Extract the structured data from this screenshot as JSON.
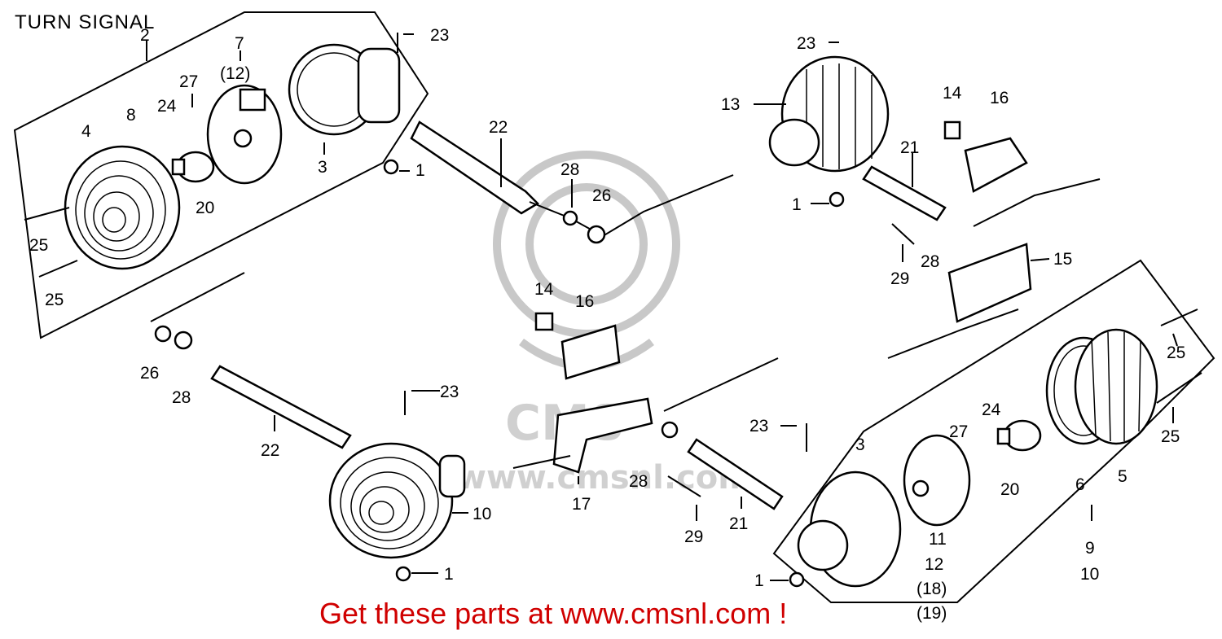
{
  "header": {
    "title": "TURN SIGNAL"
  },
  "promo": {
    "text": "Get these parts at www.cmsnl.com !"
  },
  "watermark": {
    "text": "CMS",
    "url": "www.cmsnl.com"
  },
  "colors": {
    "promo": "#d00000",
    "ink": "#000000",
    "watermark": "#c8c8c8"
  },
  "labels": {
    "l2": "2",
    "l7": "7",
    "l12a": "(12)",
    "l27a": "27",
    "l24a": "24",
    "l8": "8",
    "l4": "4",
    "l23a": "23",
    "l3a": "3",
    "l1a": "1",
    "l20a": "20",
    "l25a": "25",
    "l25b": "25",
    "l22a": "22",
    "l28a": "28",
    "l26a": "26",
    "l23b": "23",
    "l13": "13",
    "l14a": "14",
    "l16a": "16",
    "l21a": "21",
    "l1b": "1",
    "l29a": "29",
    "l28b": "28",
    "l15": "15",
    "l14b": "14",
    "l16b": "16",
    "l26b": "26",
    "l28c": "28",
    "l23c": "23",
    "l22b": "22",
    "l10a": "10",
    "l1c": "1",
    "l17": "17",
    "l28d": "28",
    "l29b": "29",
    "l21b": "21",
    "l23d": "23",
    "l3b": "3",
    "l27b": "27",
    "l24b": "24",
    "l20b": "20",
    "l25c": "25",
    "l25d": "25",
    "l6": "6",
    "l5": "5",
    "l11": "11",
    "l12b": "12",
    "l18": "(18)",
    "l19": "(19)",
    "l9": "9",
    "l10b": "10",
    "l1d": "1"
  }
}
